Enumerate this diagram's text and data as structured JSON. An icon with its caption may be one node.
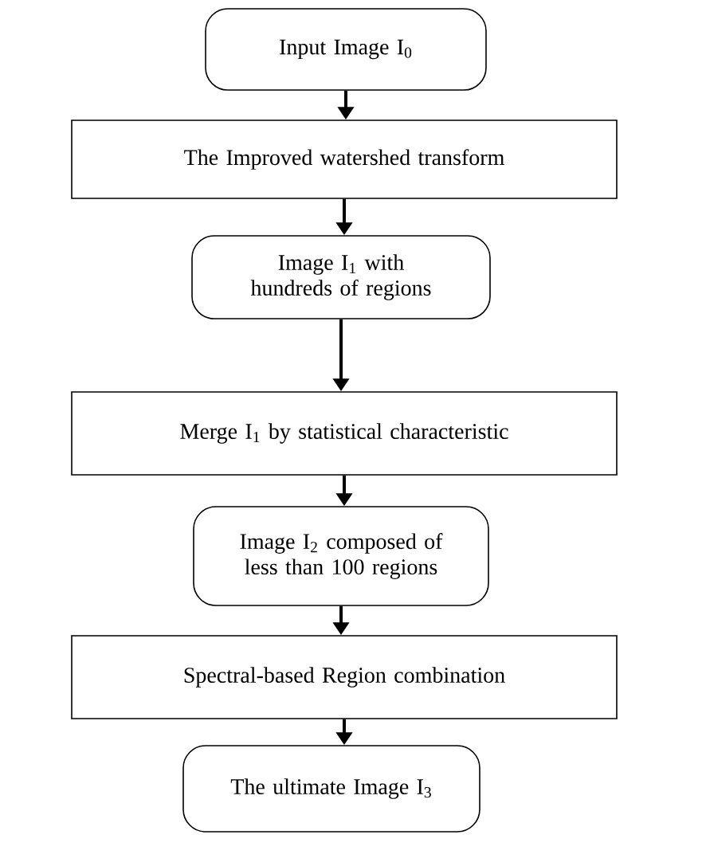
{
  "diagram": {
    "nodes": [
      {
        "text": [
          "Input Image I$_{0}$"
        ]
      },
      {
        "text": [
          "The Improved watershed transform"
        ]
      },
      {
        "text": [
          "Image I$_{1}$ with hundreds of regions"
        ]
      },
      {
        "text": [
          "Merge I$_{1}$ by statistical characteristic"
        ]
      },
      {
        "text": [
          "Image I$_{2}$ composed of less than 100 regions"
        ]
      },
      {
        "text": [
          "Spectral-based Region combination"
        ]
      },
      {
        "text": [
          "The ultimate Image I$_{3}$"
        ]
      }
    ],
    "edges": [
      {
        "from": 0,
        "to": 1,
        "arrow": "to"
      },
      {
        "from": 1,
        "to": 2,
        "arrow": "to"
      },
      {
        "from": 2,
        "to": 3,
        "arrow": "to"
      },
      {
        "from": 3,
        "to": 4,
        "arrow": "to"
      },
      {
        "from": 4,
        "to": 5,
        "arrow": "to"
      },
      {
        "from": 5,
        "to": 6,
        "arrow": "to"
      }
    ]
  }
}
